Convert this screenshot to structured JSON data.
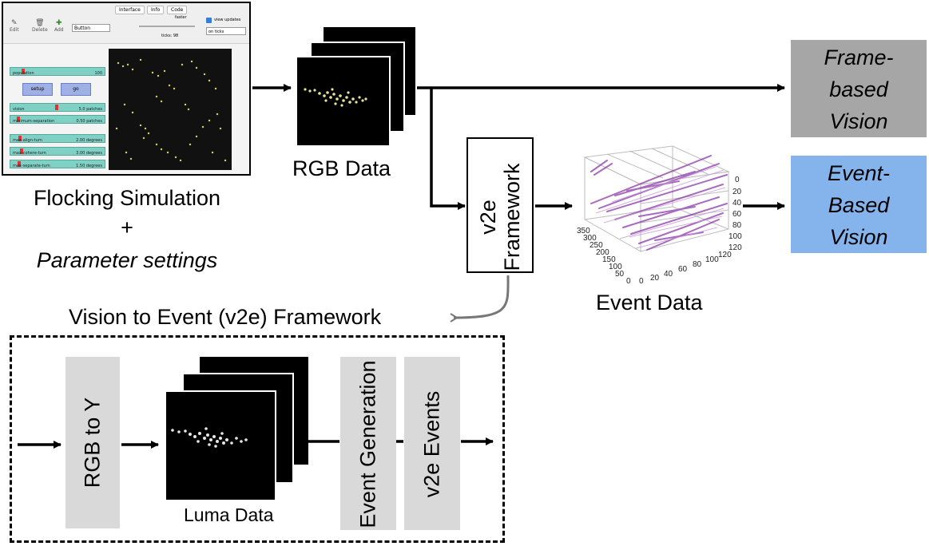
{
  "simulation": {
    "title": "Flocking Simulation",
    "plus": "+",
    "subtitle": "Parameter settings",
    "ui": {
      "tabs": [
        "Interface",
        "Info",
        "Code"
      ],
      "tools": [
        "Edit",
        "Delete",
        "Add"
      ],
      "widget_select": "Button",
      "speed_label": "faster",
      "ticks": "ticks: 98",
      "view_updates": "view updates",
      "update_mode": "on ticks",
      "sliders": [
        {
          "name": "population",
          "value": "100"
        },
        {
          "name": "vision",
          "value": "5.0 patches"
        },
        {
          "name": "minimum-separation",
          "value": "0.50 patches"
        },
        {
          "name": "max-align-turn",
          "value": "2.00 degrees"
        },
        {
          "name": "max-cohere-turn",
          "value": "3.00 degrees"
        },
        {
          "name": "max-separate-turn",
          "value": "1.50 degrees"
        }
      ],
      "buttons": [
        "setup",
        "go"
      ]
    }
  },
  "rgb": {
    "label": "RGB Data"
  },
  "v2e_box": {
    "label_line1": "v2e",
    "label_line2": "Framework"
  },
  "event_data": {
    "label": "Event Data",
    "z_ticks": [
      "0",
      "20",
      "40",
      "60",
      "80",
      "100",
      "120"
    ],
    "x_ticks": [
      "0",
      "20",
      "40",
      "60",
      "80",
      "100",
      "120"
    ],
    "y_ticks": [
      "0",
      "50",
      "100",
      "150",
      "200",
      "250",
      "300",
      "350"
    ]
  },
  "outputs": {
    "frame_based": {
      "lines": [
        "Frame-",
        "based",
        "Vision"
      ],
      "color": "#a6a6a6"
    },
    "event_based": {
      "lines": [
        "Event-",
        "Based",
        "Vision"
      ],
      "color": "#85b3ec"
    }
  },
  "pipeline": {
    "title": "Vision to Event (v2e) Framework",
    "rgb_to_y": "RGB to Y",
    "luma": "Luma Data",
    "event_generation": "Event Generation",
    "v2e_events": "v2e Events"
  }
}
